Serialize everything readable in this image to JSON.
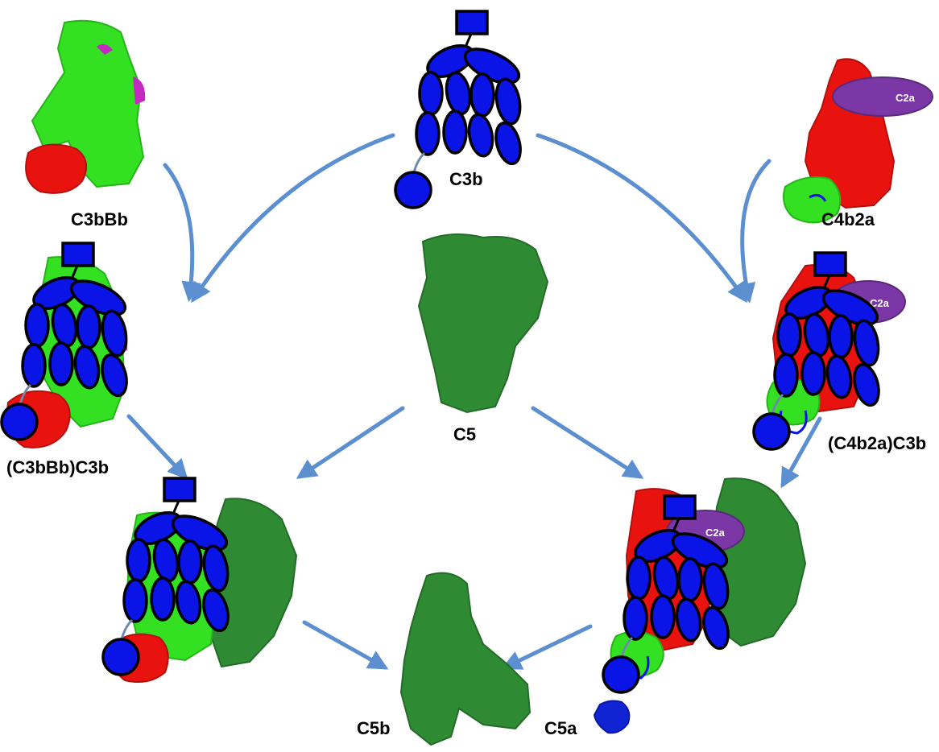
{
  "labels": {
    "c3b": "C3b",
    "c3bbb": "C3bBb",
    "c4b2a": "C4b2a",
    "c3bbb_c3b": "(C3bBb)C3b",
    "c4b2a_c3b": "(C4b2a)C3b",
    "c5": "C5",
    "c5b": "C5b",
    "c5a": "C5a",
    "c2a": "C2a"
  },
  "colors": {
    "c3b_domains": "#0a14e6",
    "bb_fragment": "#33e022",
    "c4b_fragment": "#e8130f",
    "c5_fragment": "#2f8a34",
    "c2a_ellipse": "#7b37a5",
    "magenta_patch": "#c42ac2",
    "c5a_fragment": "#1024d4",
    "arrow": "#5b8fd0"
  }
}
